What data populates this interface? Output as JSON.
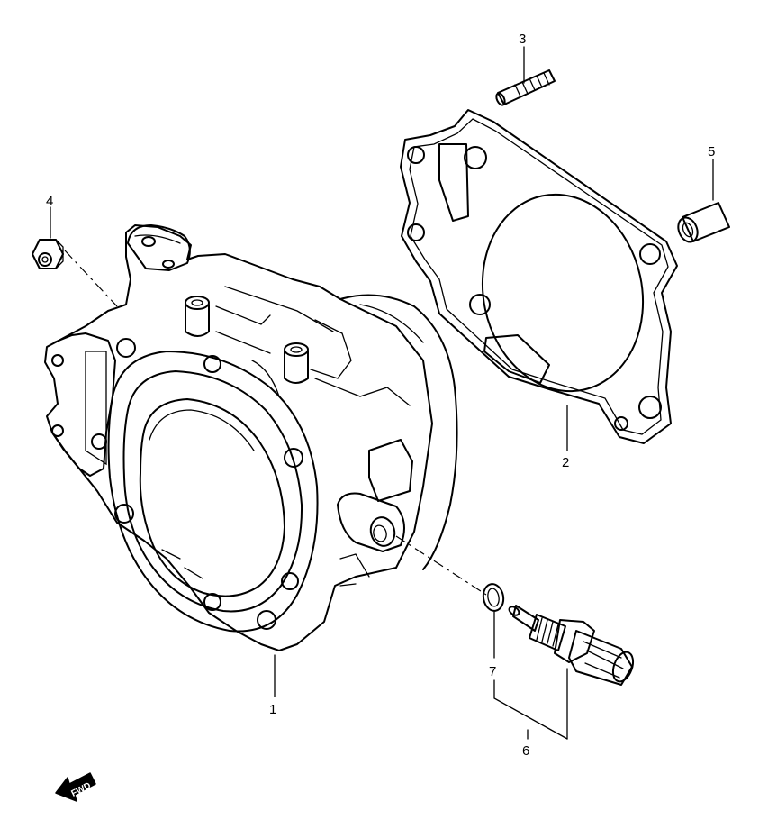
{
  "callouts": {
    "p1": "1",
    "p2": "2",
    "p3": "3",
    "p4": "4",
    "p5": "5",
    "p6": "6",
    "p7": "7"
  },
  "fwd": {
    "label": "FWD"
  }
}
